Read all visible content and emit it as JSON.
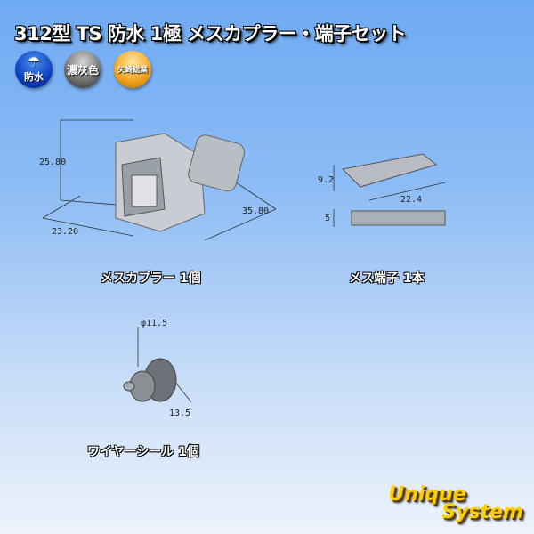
{
  "title": "312型 TS 防水 1極 メスカプラー・端子セット",
  "badges": {
    "waterproof": "防水",
    "color": "濃灰色",
    "maker": "矢崎総業"
  },
  "coupler": {
    "caption": "メスカプラー 1個",
    "dims": {
      "height": "25.80",
      "width": "23.20",
      "length": "35.80"
    }
  },
  "terminal": {
    "caption": "メス端子 1本",
    "dims": {
      "height": "9.2",
      "length": "22.4",
      "side": "5"
    }
  },
  "seal": {
    "caption": "ワイヤーシール 1個",
    "dims": {
      "diameter": "φ11.5",
      "length": "13.5"
    }
  },
  "logo": {
    "line1": "Unique",
    "line2": "System"
  }
}
